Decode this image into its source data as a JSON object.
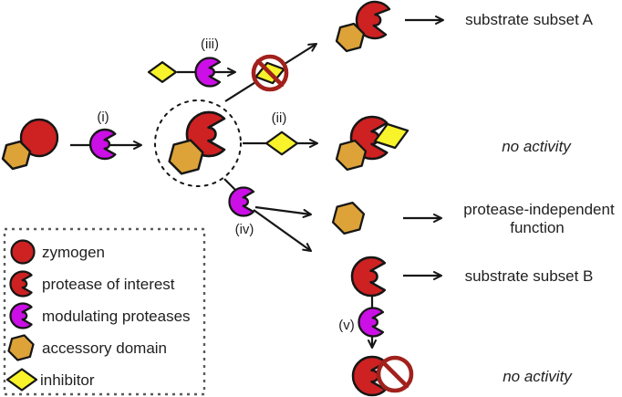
{
  "figure": {
    "steps": {
      "i": "(i)",
      "ii": "(ii)",
      "iii": "(iii)",
      "iv": "(iv)",
      "v": "(v)"
    },
    "outcomes": {
      "subset_a": "substrate subset A",
      "no_activity_1": "no activity",
      "protease_independent_line1": "protease-independent",
      "protease_independent_line2": "function",
      "subset_b": "substrate subset B",
      "no_activity_2": "no activity"
    }
  },
  "legend": {
    "items": [
      {
        "icon": "zymogen-icon",
        "label": "zymogen"
      },
      {
        "icon": "protease-of-interest-icon",
        "label": "protease of interest"
      },
      {
        "icon": "modulating-proteases-icon",
        "label": "modulating proteases"
      },
      {
        "icon": "accessory-domain-icon",
        "label": "accessory domain"
      },
      {
        "icon": "inhibitor-icon",
        "label": "inhibitor"
      }
    ]
  },
  "colors": {
    "zymogen_red": "#cd2122",
    "modulating_magenta": "#cb0fe6",
    "accessory_orange": "#dda338",
    "inhibitor_yellow": "#f8f32a",
    "prohibition_red": "#a1211c",
    "text_color": "#1f1f1f"
  }
}
